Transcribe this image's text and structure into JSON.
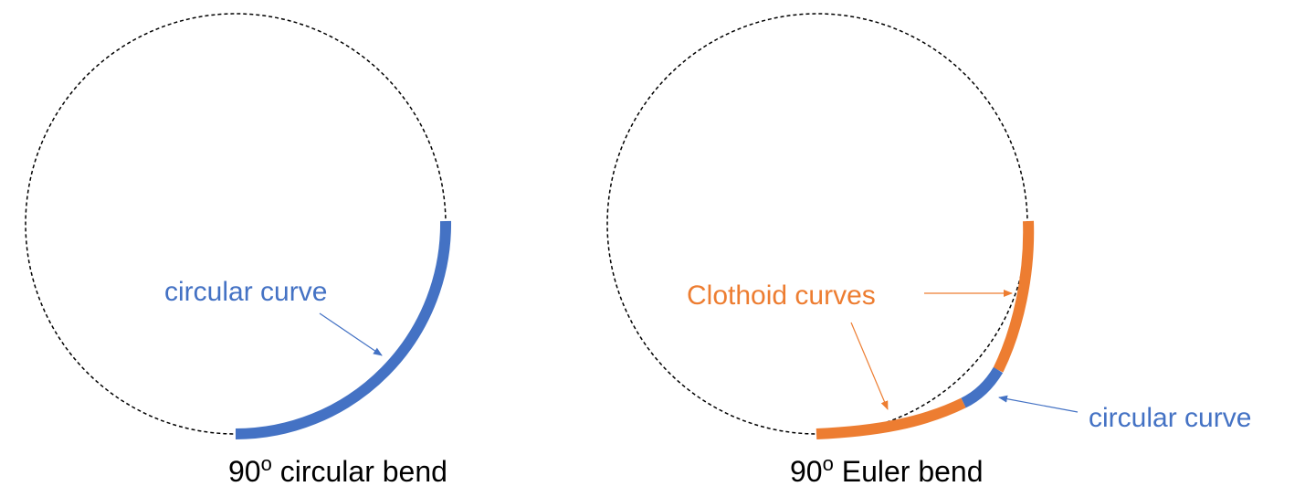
{
  "left_panel": {
    "caption_prefix": "90",
    "caption_degree": "o",
    "caption_suffix": " circular bend",
    "curve_label": "circular curve"
  },
  "right_panel": {
    "caption_prefix": "90",
    "caption_degree": "o",
    "caption_suffix": " Euler bend",
    "clothoid_label": "Clothoid curves",
    "circular_label": "circular curve"
  },
  "colors": {
    "circular": "#4472C4",
    "clothoid": "#ED7D31",
    "reference_circle": "#000000",
    "caption": "#000000"
  }
}
